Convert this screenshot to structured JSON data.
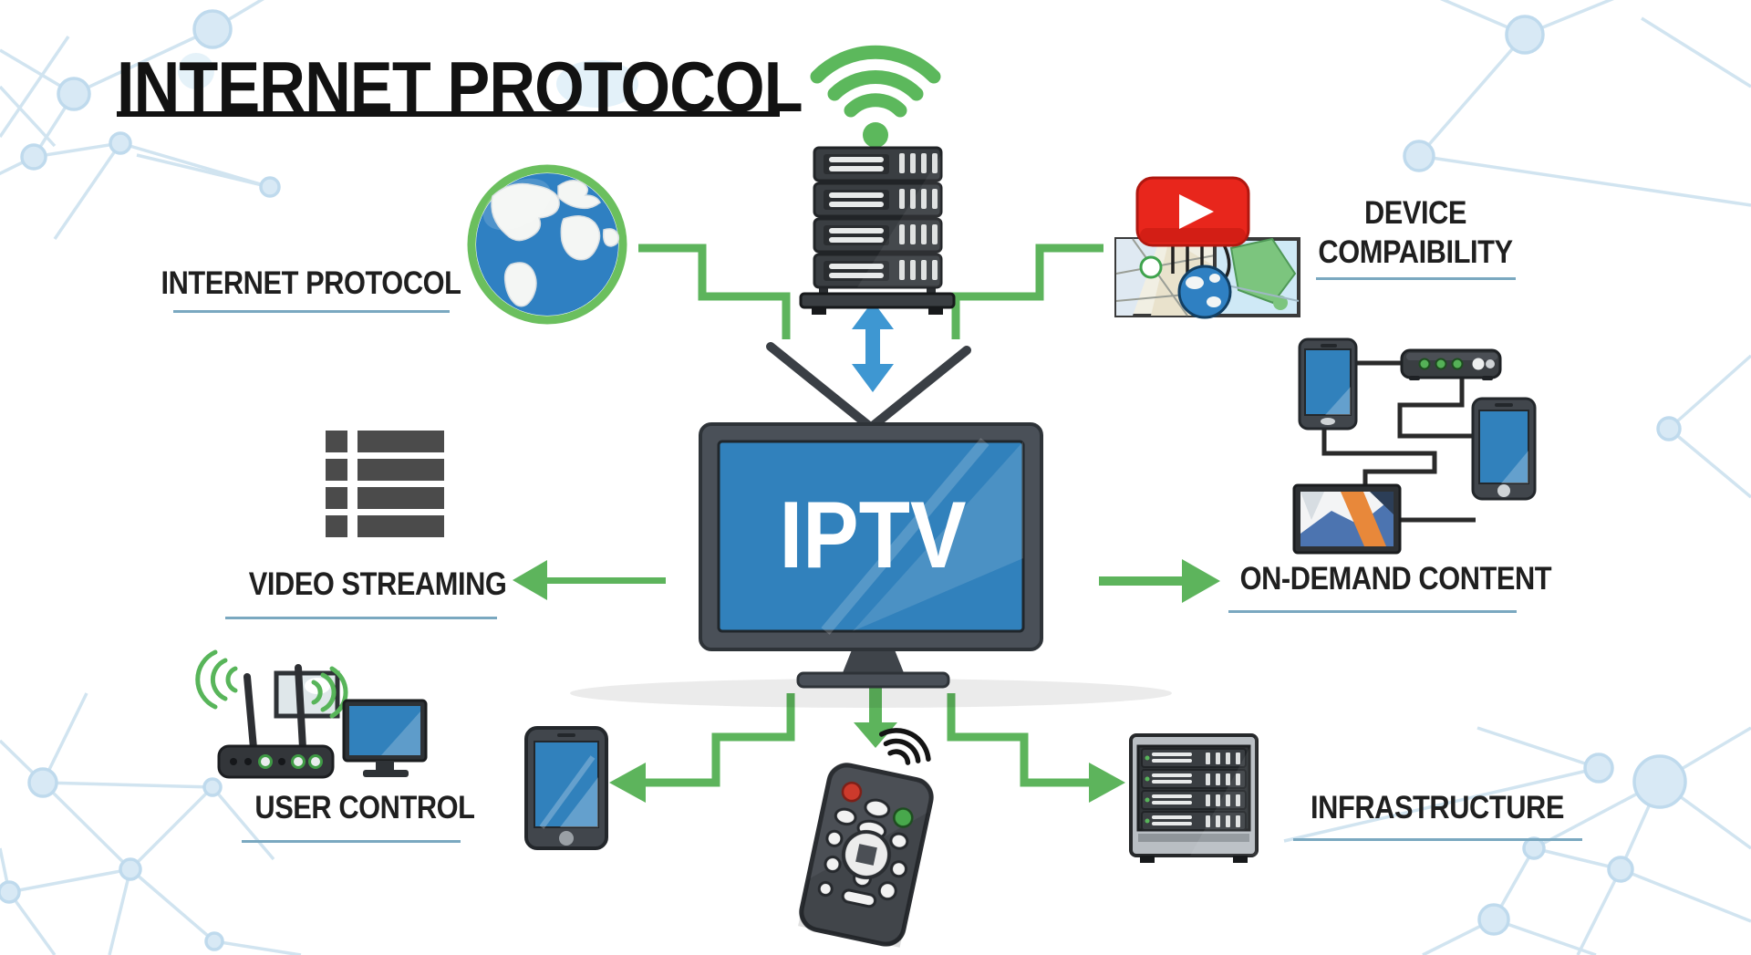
{
  "title": "INTERNET PROTOCOL",
  "center_tv": {
    "screen_text": "IPTV"
  },
  "nodes": {
    "internet_protocol": {
      "label": "INTERNET PROTOCOL"
    },
    "device_compaibility": {
      "line1": "DEVICE",
      "line2": "COMPAIBILITY"
    },
    "video_streaming": {
      "label": "VIDEO STREAMING"
    },
    "on_demand_content": {
      "label": "ON-DEMAND CONTENT"
    },
    "user_control": {
      "label": "USER CONTROL"
    },
    "infrastructure": {
      "label": "INFRASTRUCTURE"
    }
  },
  "icons": [
    "wifi-icon",
    "server-stack-icon",
    "globe-icon",
    "youtube-play-icon",
    "map-collage-icon",
    "iptv-tv-icon",
    "antenna-icon",
    "up-down-arrow-icon",
    "playlist-icon",
    "connected-devices-icon",
    "wifi-router-icon",
    "desktop-monitor-icon",
    "photo-frame-icon",
    "tablet-icon",
    "remote-control-icon",
    "server-rack-icon",
    "green-elbow-connector",
    "green-arrow-left",
    "green-arrow-right",
    "green-arrow-down"
  ],
  "colors": {
    "green": "#5db45c",
    "blue-arrow": "#3e97d2",
    "screen-blue": "#3181bc",
    "underline": "#7aa8c0",
    "label": "#1f1f1f",
    "mesh": "#cfe3f0",
    "mesh-node": "#d6e8f5",
    "yt-red": "#e8261c",
    "device-dark": "#3a3e42"
  }
}
